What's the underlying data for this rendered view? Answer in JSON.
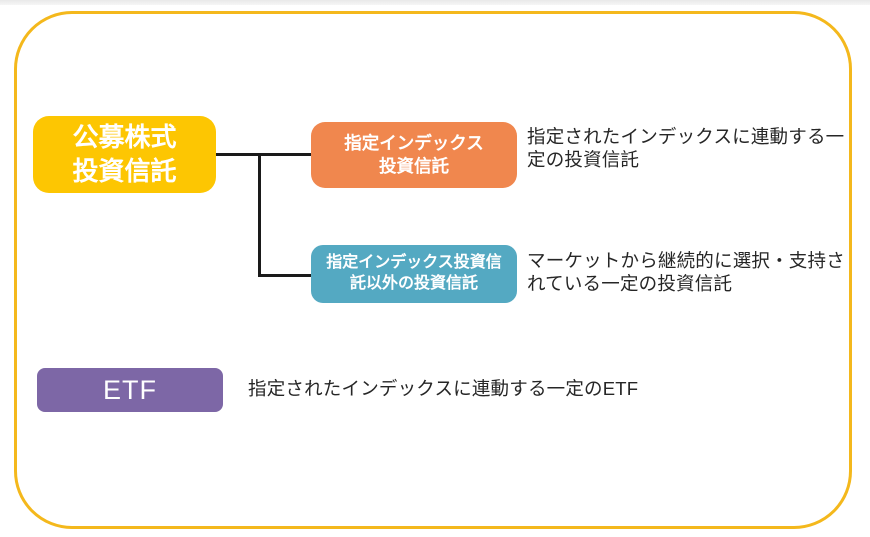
{
  "page": {
    "background_color": "#ffffff",
    "top_edge_color": "#e9e9e9"
  },
  "frame": {
    "border_color": "#f4b81c",
    "shape": "rounded-rectangle"
  },
  "tree": {
    "root": {
      "label_line1": "公募株式",
      "label_line2": "投資信託",
      "fill_color": "#fdc602",
      "text_color": "#ffffff"
    },
    "connector_color": "#1a1a1a",
    "branches": [
      {
        "box_line1": "指定インデックス",
        "box_line2": "投資信託",
        "fill_color": "#f0874e",
        "text_color": "#ffffff",
        "description": "指定されたインデックスに連動する一定の投資信託"
      },
      {
        "box_line1": "指定インデックス投資信",
        "box_line2": "託以外の投資信託",
        "fill_color": "#54a9c2",
        "text_color": "#ffffff",
        "description": "マーケットから継続的に選択・支持されている一定の投資信託"
      }
    ]
  },
  "etf": {
    "label": "ETF",
    "fill_color": "#7d67a6",
    "text_color": "#ffffff",
    "description": "指定されたインデックスに連動する一定のETF"
  }
}
